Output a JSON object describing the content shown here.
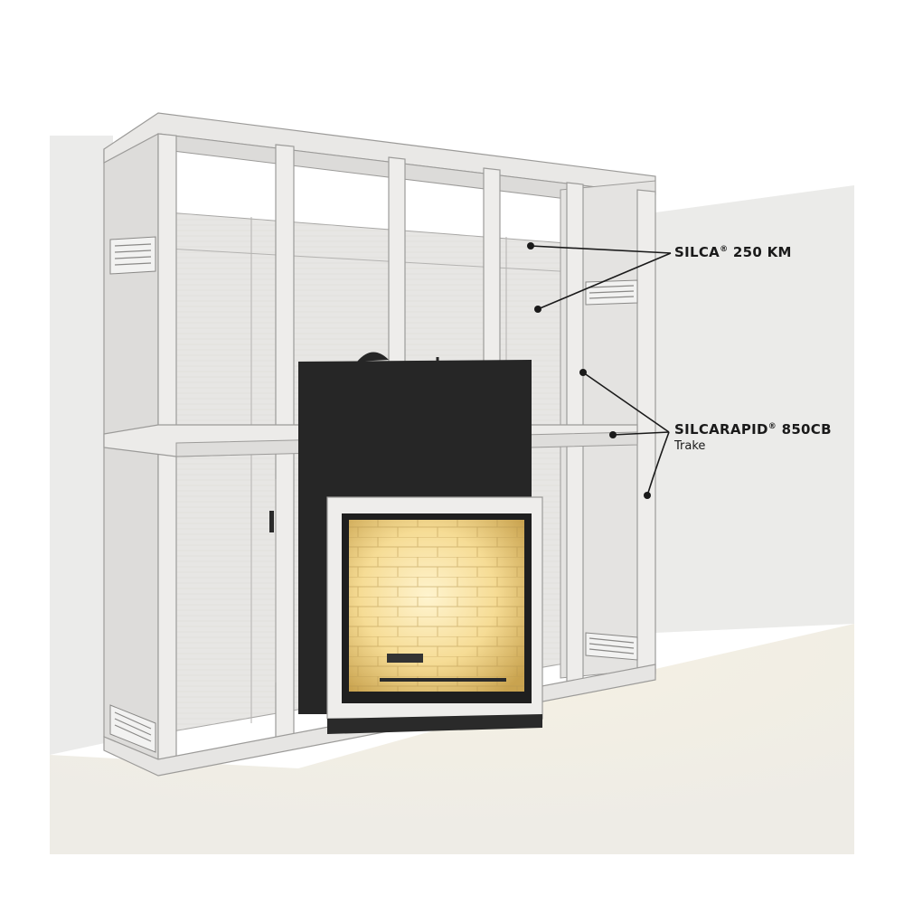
{
  "labels": {
    "silca": {
      "name": "SILCA",
      "mark": "®",
      "model": " 250 KM"
    },
    "silcarapid": {
      "name": "SILCARAPID",
      "mark": "®",
      "model": " 850CB",
      "sub": "Trake"
    }
  },
  "colors": {
    "wall": "#ececea",
    "floor": "#f2f0ea",
    "frame_front": "#ecebea",
    "frame_side": "#d9d8d6",
    "board": "#e6e5e3",
    "outline": "#9c9b99",
    "insert_body": "#262626",
    "fire_glow": "#f4d98e",
    "leader": "#1a1a1a"
  }
}
